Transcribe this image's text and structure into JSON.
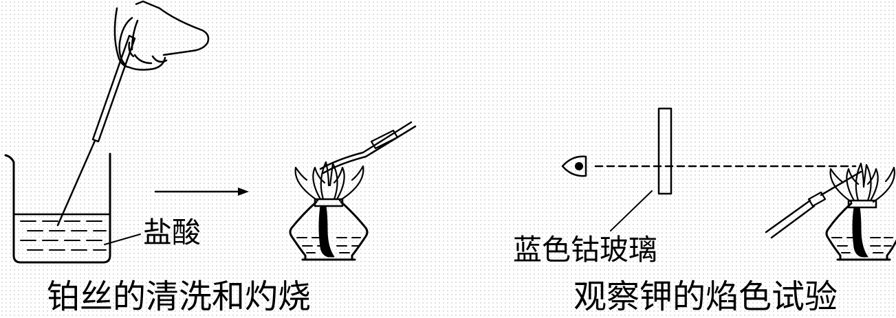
{
  "labels": {
    "hydrochloric_acid": "盐酸",
    "blue_cobalt_glass": "蓝色钴玻璃"
  },
  "captions": {
    "left": "铂丝的清洗和灼烧",
    "right": "观察钾的焰色试验"
  },
  "colors": {
    "ink": "#000000",
    "background": "#ffffff",
    "dot_grid": "#d4d4d4"
  }
}
